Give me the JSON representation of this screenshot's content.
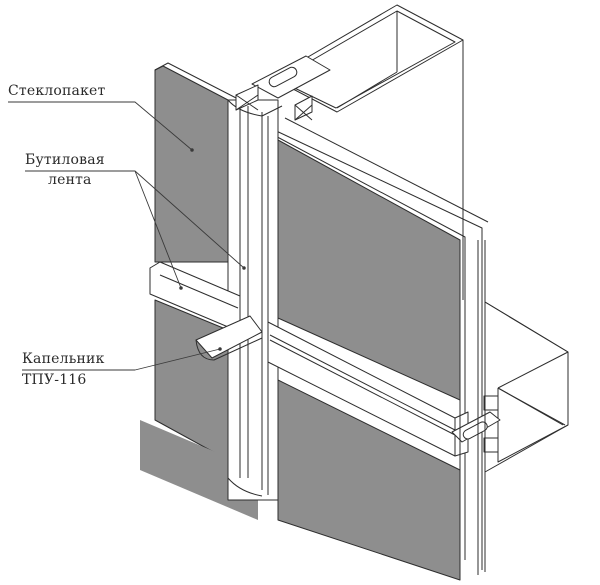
{
  "diagram": {
    "type": "isometric curtain-wall node detail",
    "labels": [
      {
        "id": "glass_unit",
        "text": "Стеклопакет"
      },
      {
        "id": "butyl_tape_line1",
        "text": "Бутиловая"
      },
      {
        "id": "butyl_tape_line2",
        "text": "лента"
      },
      {
        "id": "drip_line1",
        "text": "Капельник"
      },
      {
        "id": "drip_line2",
        "text": "ТПУ-116"
      }
    ],
    "colors": {
      "glass_fill": "#8e8e8e",
      "frame_fill": "#ffffff",
      "stroke": "#2e2e2e",
      "text": "#2a2a2a"
    }
  }
}
